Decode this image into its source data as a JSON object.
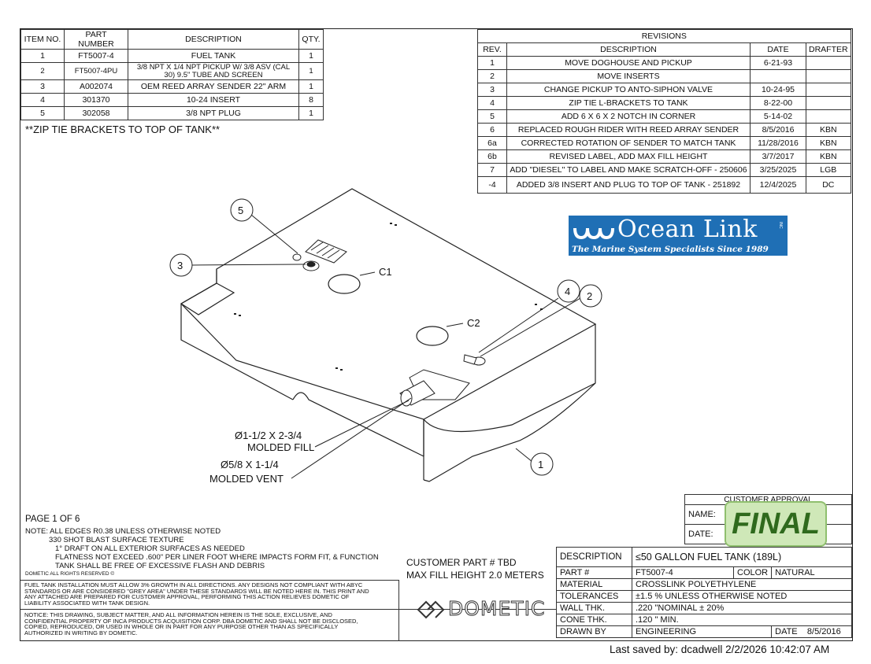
{
  "bom": {
    "headers": [
      "ITEM NO.",
      "PART NUMBER",
      "DESCRIPTION",
      "QTY."
    ],
    "rows": [
      {
        "item": "1",
        "part": "FT5007-4",
        "desc": "FUEL TANK",
        "qty": "1"
      },
      {
        "item": "2",
        "part": "FT5007-4PU",
        "desc": "3/8 NPT X 1/4 NPT PICKUP W/ 3/8 ASV (CAL 30) 9.5\" TUBE AND SCREEN",
        "qty": "1"
      },
      {
        "item": "3",
        "part": "A002074",
        "desc": "OEM REED ARRAY SENDER 22\" ARM",
        "qty": "1"
      },
      {
        "item": "4",
        "part": "301370",
        "desc": "10-24 INSERT",
        "qty": "8"
      },
      {
        "item": "5",
        "part": "302058",
        "desc": "3/8 NPT PLUG",
        "qty": "1"
      }
    ]
  },
  "zip_note": "**ZIP TIE BRACKETS TO TOP OF TANK**",
  "revisions": {
    "title": "REVISIONS",
    "headers": [
      "REV.",
      "DESCRIPTION",
      "DATE",
      "DRAFTER"
    ],
    "rows": [
      {
        "rev": "1",
        "desc": "MOVE DOGHOUSE AND PICKUP",
        "date": "6-21-93",
        "drafter": ""
      },
      {
        "rev": "2",
        "desc": "MOVE INSERTS",
        "date": "",
        "drafter": ""
      },
      {
        "rev": "3",
        "desc": "CHANGE PICKUP TO ANTO-SIPHON VALVE",
        "date": "10-24-95",
        "drafter": ""
      },
      {
        "rev": "4",
        "desc": "ZIP TIE L-BRACKETS TO TANK",
        "date": "8-22-00",
        "drafter": ""
      },
      {
        "rev": "5",
        "desc": "ADD 6 X 6 X 2 NOTCH IN CORNER",
        "date": "5-14-02",
        "drafter": ""
      },
      {
        "rev": "6",
        "desc": "REPLACED ROUGH RIDER WITH REED ARRAY SENDER",
        "date": "8/5/2016",
        "drafter": "KBN"
      },
      {
        "rev": "6a",
        "desc": "CORRECTED ROTATION OF SENDER TO MATCH TANK",
        "date": "11/28/2016",
        "drafter": "KBN"
      },
      {
        "rev": "6b",
        "desc": "REVISED LABEL, ADD MAX FILL HEIGHT",
        "date": "3/7/2017",
        "drafter": "KBN"
      },
      {
        "rev": "7",
        "desc": "ADD \"DIESEL\" TO LABEL AND MAKE SCRATCH-OFF - 250606",
        "date": "3/25/2025",
        "drafter": "LGB"
      },
      {
        "rev": "-4",
        "desc": "ADDED 3/8 INSERT AND PLUG TO TOP OF TANK - 251892",
        "date": "12/4/2025",
        "drafter": "DC"
      }
    ]
  },
  "logo": {
    "text": "Ocean Link",
    "inc": "INC",
    "tagline": "The Marine System Specialists Since 1989",
    "color": "#1f6fb5"
  },
  "drawing": {
    "callouts": {
      "c1": "C1",
      "c2": "C2",
      "b1": "1",
      "b2": "2",
      "b3": "3",
      "b4": "4",
      "b5": "5"
    },
    "fill_line1": "Ø1-1/2 X 2-3/4",
    "fill_line2": "MOLDED FILL",
    "vent_line1": "Ø5/8 X 1-1/4",
    "vent_line2": "MOLDED VENT"
  },
  "page_label": "PAGE 1 OF 6",
  "notes": {
    "line1": "NOTE:  ALL EDGES R0.38 UNLESS OTHERWISE NOTED",
    "line2": "330 SHOT BLAST SURFACE TEXTURE",
    "line3": "1° DRAFT ON ALL EXTERIOR SURFACES AS NEEDED",
    "line4": "FLATNESS NOT EXCEED .600\" PER LINER FOOT WHERE IMPACTS FORM FIT, & FUNCTION",
    "line5": "TANK SHALL BE FREE OF EXCESSIVE FLASH AND DEBRIS"
  },
  "rights": "DOMETIC ALL RIGHTS RESERVED ©",
  "growth_note": "FUEL TANK INSTALLATION MUST ALLOW 3% GROWTH IN ALL DIRECTIONS. ANY DESIGNS NOT COMPLIANT WITH ABYC STANDARDS OR ARE CONSIDERED \"GREY AREA\" UNDER THESE STANDARDS WILL BE NOTED HERE IN. THIS PRINT AND ANY ATTACHED ARE PREPARED FOR CUSTOMER APPROVAL, PERFORMING THIS ACTION RELIEVES DOMETIC OF LIABILITY ASSOCIATED WITH TANK DESIGN.",
  "confidential_note": "NOTICE: THIS DRAWING, SUBJECT MATTER, AND ALL INFORMATION HEREIN IS THE SOLE, EXCLUSIVE, AND CONFIDENTIAL PROPERTY OF INCA PRODUCTS ACQUISITION CORP. DBA DOMETIC AND SHALL NOT BE DISCLOSED, COPIED, REPRODUCED, OR USED IN WHOLE OR IN PART FOR ANY PURPOSE OTHER THAN AS SPECIFICALLY AUTHORIZED IN WRITING BY DOMETIC.",
  "customer_part": "CUSTOMER PART # TBD",
  "max_fill": "MAX FILL HEIGHT   2.0 METERS",
  "dometic_word": "DOMETIC",
  "approval": {
    "title": "CUSTOMER APPROVAL",
    "name_label": "NAME:",
    "date_label": "DATE:",
    "stamp": "FINAL"
  },
  "title_block": {
    "description_label": "DESCRIPTION",
    "description": "≤50 GALLON FUEL TANK (189L)",
    "part_label": "PART #",
    "part": "FT5007-4",
    "color_label": "COLOR",
    "color": "NATURAL",
    "material_label": "MATERIAL",
    "material": "CROSSLINK POLYETHYLENE",
    "tolerances_label": "TOLERANCES",
    "tolerances": "±1.5 % UNLESS OTHERWISE NOTED",
    "wall_label": "WALL THK.",
    "wall": ".220  \"NOMINAL ± 20%",
    "cone_label": "CONE THK.",
    "cone": ".120  \" MIN.",
    "drawn_label": "DRAWN BY",
    "drawn": "ENGINEERING",
    "date_label": "DATE",
    "date": "8/5/2016"
  },
  "last_saved": "Last saved by: dcadwell 2/2/2026 10:42:07 AM"
}
